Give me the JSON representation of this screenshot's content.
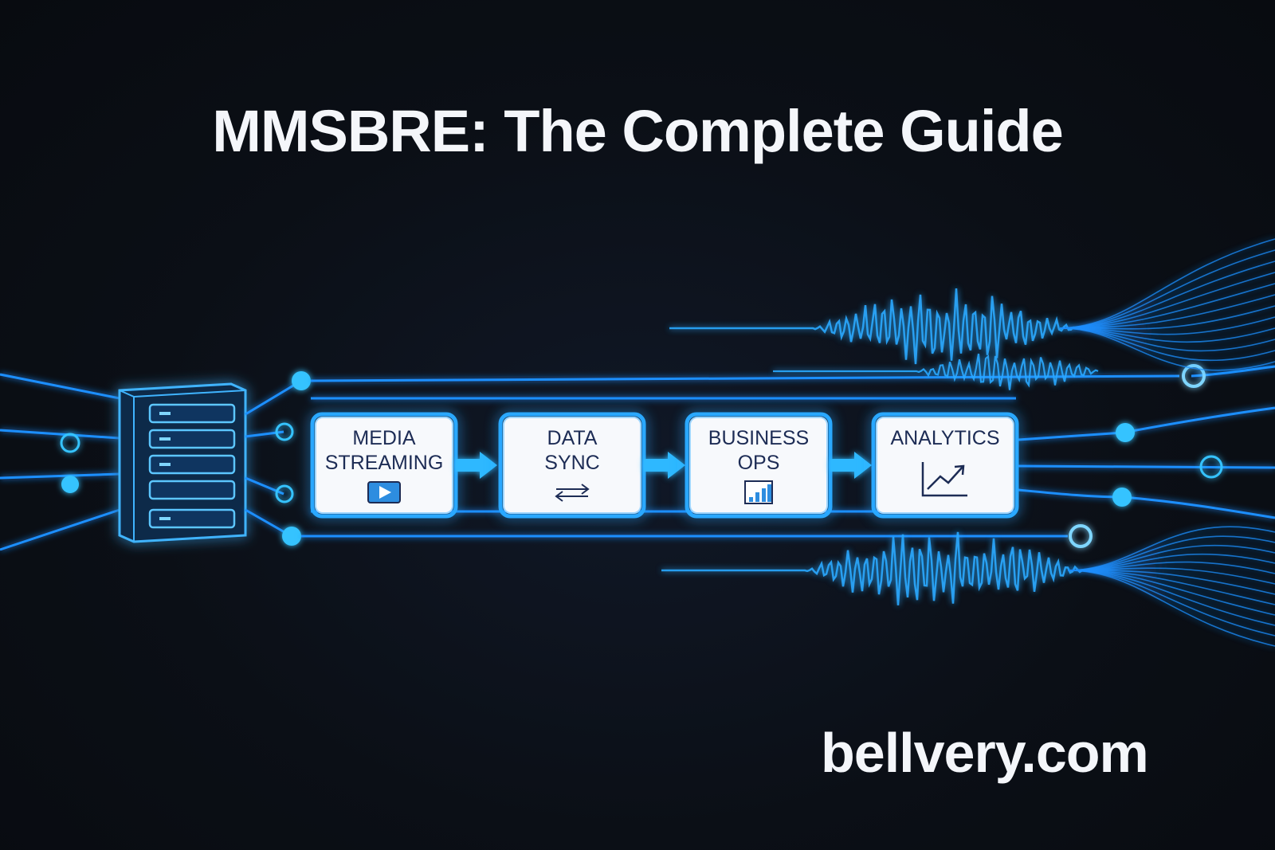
{
  "title": "MMSBRE: The Complete Guide",
  "brand": "bellvery.com",
  "stages": [
    {
      "lines": [
        "MEDIA",
        "STREAMING"
      ],
      "icon": "play-button-icon"
    },
    {
      "lines": [
        "DATA",
        "SYNC"
      ],
      "icon": "bidirectional-arrows-icon"
    },
    {
      "lines": [
        "BUSINESS",
        "OPS"
      ],
      "icon": "bar-chart-icon"
    },
    {
      "lines": [
        "ANALYTICS"
      ],
      "icon": "trend-line-chart-icon"
    }
  ],
  "source_icon": "server-rack-icon",
  "colors": {
    "background": "#0b0f16",
    "glow": "#2aa8ff",
    "line": "#1e90ff",
    "node": "#34c3ff",
    "card": "#f7f9fc",
    "card_text": "#1d2c55",
    "arrow": "#2fb8ff",
    "title": "#f4f6fa"
  }
}
